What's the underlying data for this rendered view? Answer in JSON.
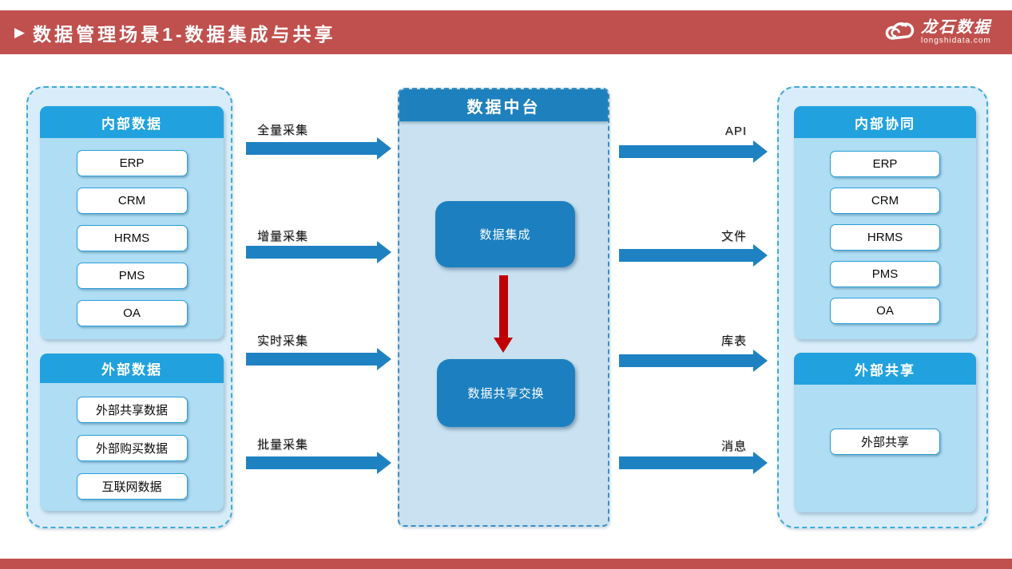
{
  "header": {
    "marker_icon": "▶",
    "title": "数据管理场景1-数据集成与共享",
    "logo": {
      "name": "龙石数据",
      "domain": "longshidata.com",
      "icon": "cloud-swirl"
    }
  },
  "left_panel": {
    "sections": [
      {
        "title": "内部数据",
        "items": [
          "ERP",
          "CRM",
          "HRMS",
          "PMS",
          "OA"
        ]
      },
      {
        "title": "外部数据",
        "items": [
          "外部共享数据",
          "外部购买数据",
          "互联网数据"
        ]
      }
    ]
  },
  "center_panel": {
    "title": "数据中台",
    "nodes": [
      "数据集成",
      "数据共享交换"
    ]
  },
  "right_panel": {
    "sections": [
      {
        "title": "内部协同",
        "items": [
          "ERP",
          "CRM",
          "HRMS",
          "PMS",
          "OA"
        ]
      },
      {
        "title": "外部共享",
        "items": [
          "外部共享"
        ]
      }
    ]
  },
  "flows": {
    "inbound": [
      "全量采集",
      "增量采集",
      "实时采集",
      "批量采集"
    ],
    "outbound": [
      "API",
      "文件",
      "库表",
      "消息"
    ]
  },
  "colors": {
    "bar_red": "#C0504D",
    "arrow_red": "#C00000",
    "arrow_blue": "#1E82C2",
    "center_header_blue": "#1E81BD",
    "section_header_blue": "#21A2DE",
    "node_blue": "#1C80C0",
    "panel_bg": "#D8EDF9",
    "panel_border": "#3FA9DC",
    "section_bg": "#AFDDF3",
    "center_bg": "#C9E1F0"
  }
}
